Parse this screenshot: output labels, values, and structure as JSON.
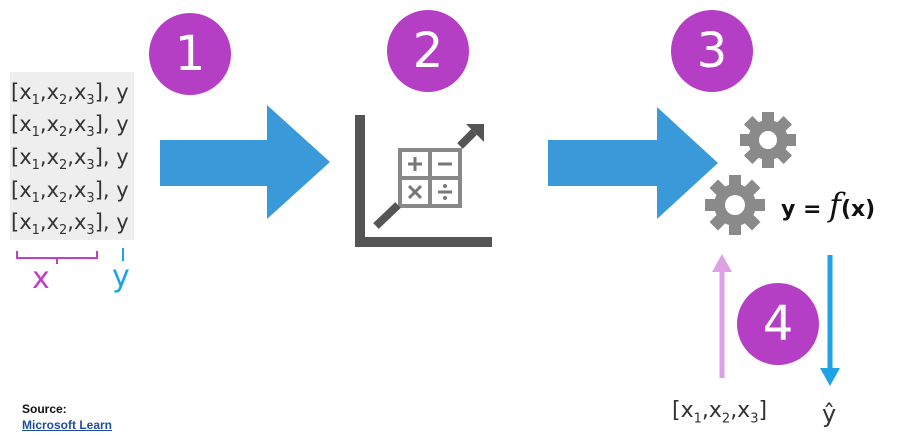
{
  "steps": [
    {
      "number": "1"
    },
    {
      "number": "2"
    },
    {
      "number": "3"
    },
    {
      "number": "4"
    }
  ],
  "data_rows": [
    "[x1,x2,x3], y",
    "[x1,x2,x3], y",
    "[x1,x2,x3], y",
    "[x1,x2,x3], y",
    "[x1,x2,x3], y"
  ],
  "labels": {
    "x": "x",
    "y": "y"
  },
  "formula": {
    "left": "y = ",
    "f": "f",
    "right": "(x)"
  },
  "prediction": {
    "input": "[x1,x2,x3]",
    "output": "ŷ"
  },
  "source": {
    "title": "Source:",
    "link_text": "Microsoft Learn"
  },
  "colors": {
    "step_circle": "#b43fc4",
    "arrow_blue": "#3a9ad9",
    "x_label": "#c13fc4",
    "y_label": "#19a6e0",
    "gear": "#8a8a8a",
    "input_arrow": "#dda0e4",
    "output_arrow": "#1ea4e6",
    "chart_icon": "#555555"
  }
}
